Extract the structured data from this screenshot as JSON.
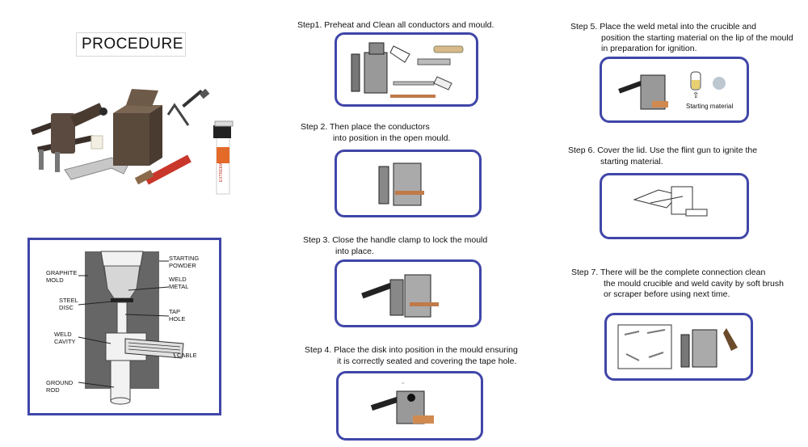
{
  "title": "PROCEDURE",
  "diagram": {
    "labels": {
      "graphite_mold": [
        "GRAPHITE",
        "MOLD"
      ],
      "starting_powder": [
        "STARTING",
        "POWDER"
      ],
      "weld_metal": [
        "WELD",
        "METAL"
      ],
      "steel_disc": [
        "STEEL",
        "DISC"
      ],
      "tap_hole": [
        "TAP",
        "HOLE"
      ],
      "weld_cavity": [
        "WELD",
        "CAVITY"
      ],
      "cable": "CABLE",
      "ground_rod": [
        "GROUND",
        "ROD"
      ]
    }
  },
  "steps": [
    {
      "line1": "Step1. Preheat and Clean all conductors and mould.",
      "line2": ""
    },
    {
      "line1": "Step 2. Then place the conductors",
      "line2": "into position in the open mould."
    },
    {
      "line1": "Step 3. Close the handle clamp to lock the mould",
      "line2": "into place."
    },
    {
      "line1": "Step 4. Place the disk into position in the mould ensuring",
      "line2": "it is correctly seated and covering the tape hole."
    },
    {
      "line1": "Step 5. Place the weld metal into the crucible and",
      "line2": "position the starting material on the lip of the mould",
      "line3": "in preparation for ignition."
    },
    {
      "line1": "Step 6. Cover the lid. Use the flint gun to ignite the",
      "line2": "starting material."
    },
    {
      "line1": "Step 7. There will be the complete connection clean",
      "line2": "the mould crucible and weld cavity by soft brush",
      "line3": "or scraper before using next time."
    }
  ],
  "step5_caption": "Starting material",
  "step5_arrow": "⇧",
  "photo": {
    "torch_label": "EXTREMA"
  }
}
